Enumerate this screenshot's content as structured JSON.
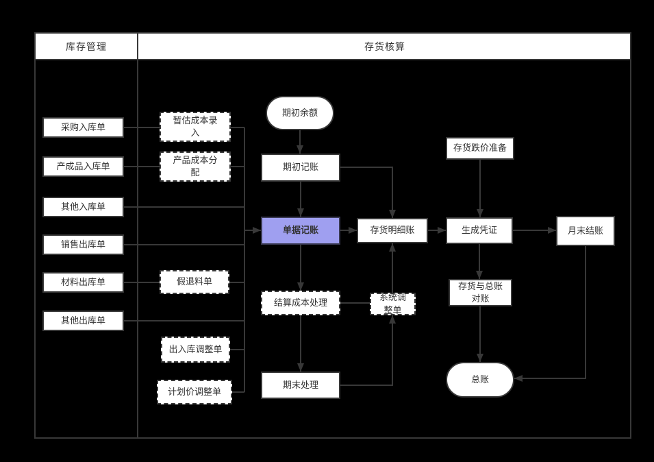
{
  "lanes": [
    {
      "label": "库存管理"
    },
    {
      "label": "存货核算"
    }
  ],
  "nodes": {
    "purchase_in": "采购入库单",
    "finished_in": "产成品入库单",
    "other_in": "其他入库单",
    "sales_out": "销售出库单",
    "material_out": "材料出库单",
    "other_out": "其他出库单",
    "estimated_cost_entry": "暂估成本录入",
    "product_cost_alloc": "产品成本分配",
    "fake_return": "假退料单",
    "inout_adjust": "出入库调整单",
    "plan_price_adjust": "计划价调整单",
    "begin_balance": "期初余额",
    "begin_booking": "期初记账",
    "doc_booking": "单据记账",
    "inventory_detail": "存货明细账",
    "generate_voucher": "生成凭证",
    "month_end_close": "月末结账",
    "inventory_depreciation": "存货跌价准备",
    "inventory_gl_recon": "存货与总账对账",
    "settle_cost": "结算成本处理",
    "system_adjust": "系统调整单",
    "period_end": "期末处理",
    "general_ledger": "总账"
  },
  "edges": [
    [
      "purchase_in",
      "estimated_cost_entry"
    ],
    [
      "estimated_cost_entry",
      "doc_booking"
    ],
    [
      "finished_in",
      "product_cost_alloc"
    ],
    [
      "product_cost_alloc",
      "doc_booking"
    ],
    [
      "other_in",
      "doc_booking"
    ],
    [
      "sales_out",
      "doc_booking"
    ],
    [
      "material_out",
      "fake_return"
    ],
    [
      "fake_return",
      "doc_booking"
    ],
    [
      "other_out",
      "doc_booking"
    ],
    [
      "inout_adjust",
      "doc_booking"
    ],
    [
      "plan_price_adjust",
      "doc_booking"
    ],
    [
      "begin_balance",
      "begin_booking"
    ],
    [
      "begin_booking",
      "doc_booking"
    ],
    [
      "begin_booking",
      "inventory_detail"
    ],
    [
      "doc_booking",
      "inventory_detail"
    ],
    [
      "doc_booking",
      "settle_cost"
    ],
    [
      "settle_cost",
      "system_adjust"
    ],
    [
      "system_adjust",
      "inventory_detail"
    ],
    [
      "settle_cost",
      "period_end"
    ],
    [
      "period_end",
      "system_adjust"
    ],
    [
      "inventory_detail",
      "generate_voucher"
    ],
    [
      "inventory_depreciation",
      "generate_voucher"
    ],
    [
      "generate_voucher",
      "month_end_close"
    ],
    [
      "generate_voucher",
      "inventory_gl_recon"
    ],
    [
      "inventory_gl_recon",
      "general_ledger"
    ],
    [
      "month_end_close",
      "general_ledger"
    ]
  ],
  "colors": {
    "canvas_bg": "#000000",
    "node_fill": "#ffffff",
    "accent_fill": "#9f9ff0",
    "line": "#383838",
    "text": "#333333"
  }
}
